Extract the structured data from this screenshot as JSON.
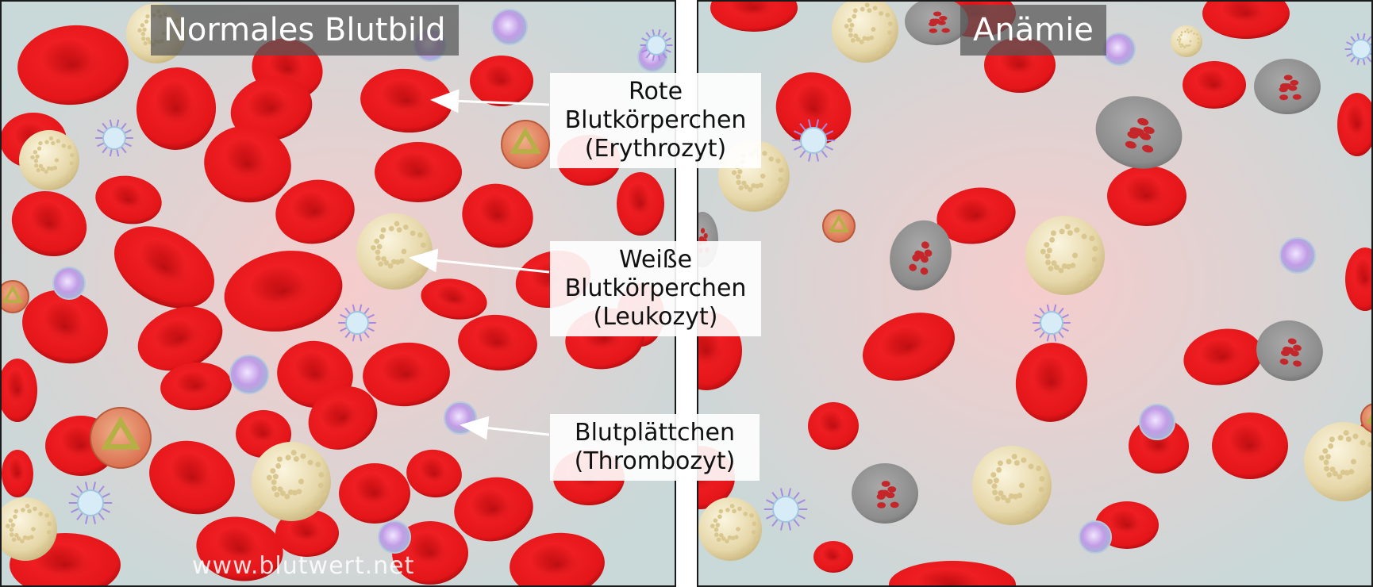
{
  "panels": {
    "left": {
      "title": "Normales Blutbild"
    },
    "right": {
      "title": "Anämie"
    }
  },
  "labels": {
    "rbc": [
      "Rote",
      "Blutkörperchen",
      "(Erythrozyt)"
    ],
    "wbc": [
      "Weiße",
      "Blutkörperchen",
      "(Leukozyt)"
    ],
    "platelet": [
      "Blutplättchen",
      "(Thrombozyt)"
    ]
  },
  "watermark": "www.blutwert.net",
  "colors": {
    "background": "#cfd8d8",
    "background_glow": "#f6cfcf",
    "red_cell": "#e8141a",
    "red_cell_dark": "#b30d10",
    "white_cell": "#e9ddb2",
    "anemic_cell": "#8f8f8f",
    "platelet": "#c9a8e8",
    "title_box": "#555555"
  }
}
